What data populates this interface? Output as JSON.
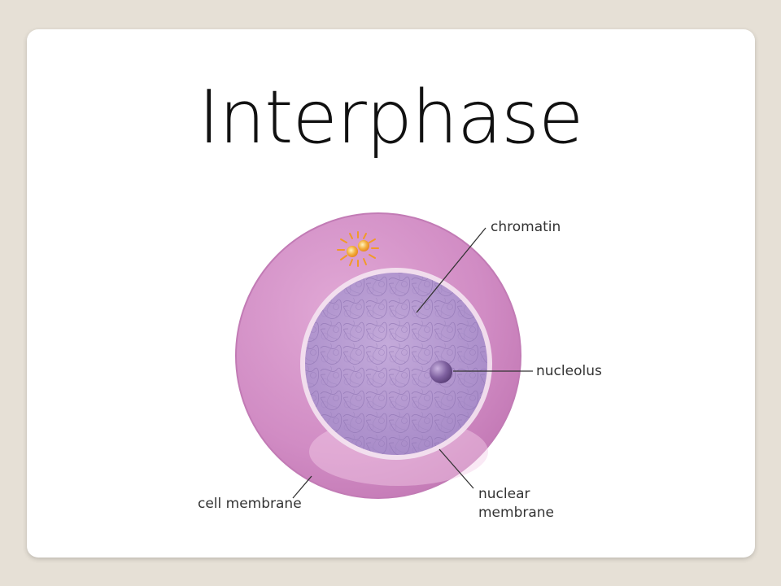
{
  "slide": {
    "title": "Interphase"
  },
  "diagram": {
    "labels": {
      "chromatin": "chromatin",
      "nucleolus": "nucleolus",
      "cell_membrane": "cell membrane",
      "nuclear_membrane_line1": "nuclear",
      "nuclear_membrane_line2": "membrane"
    },
    "colors": {
      "cytoplasm": "#d18cc4",
      "nucleus": "#b69ad0",
      "nucleolus": "#7a5c98",
      "centrioles": "#f0a030"
    }
  }
}
